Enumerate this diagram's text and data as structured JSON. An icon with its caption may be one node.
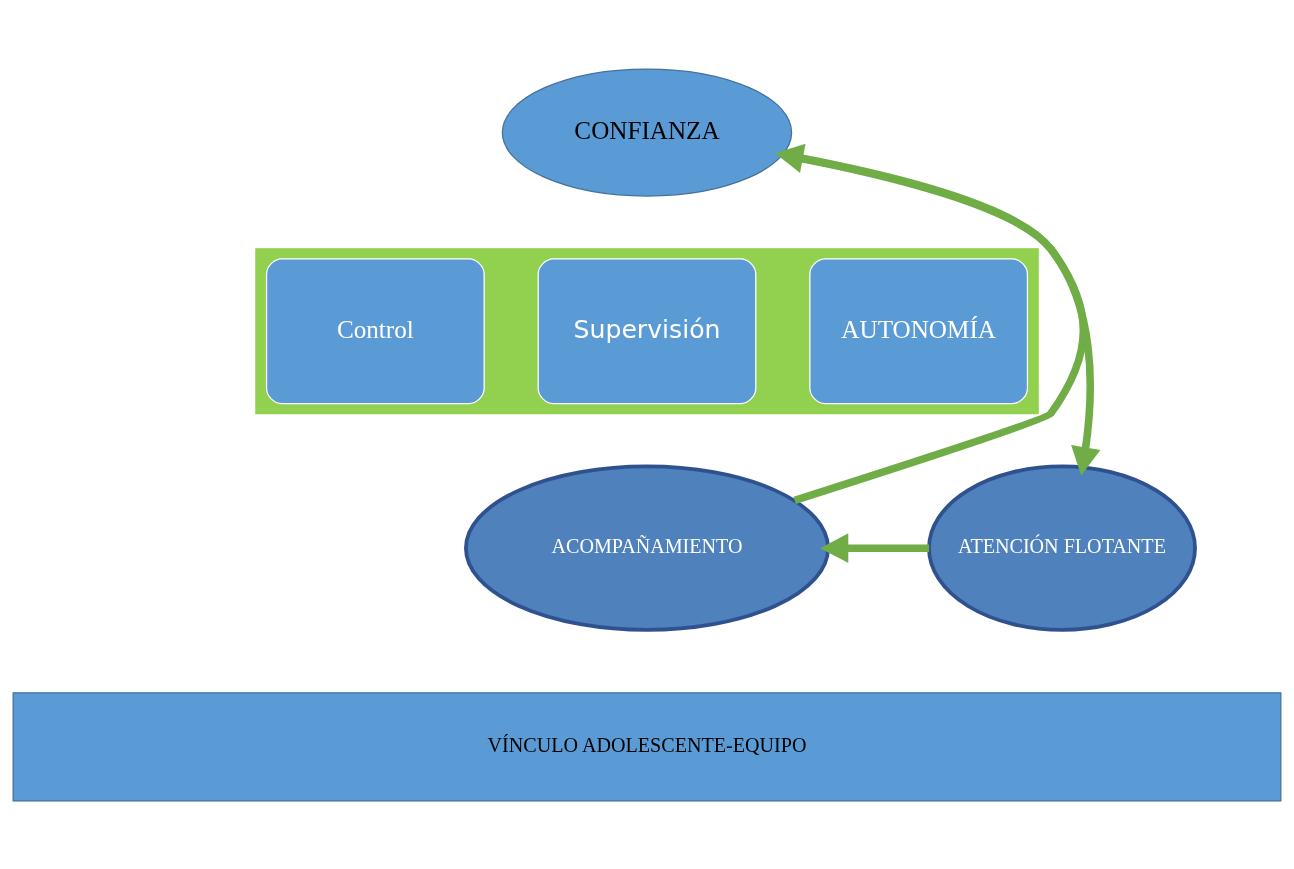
{
  "diagram": {
    "nodes": [
      {
        "text": [
          "CONFIANZA"
        ]
      },
      {
        "text": [],
        "shape": "arrow"
      },
      {
        "text": [
          "Control"
        ],
        "in": 1
      },
      {
        "text": [
          "Supervisión"
        ],
        "in": 1
      },
      {
        "text": [
          "AUTONOMÍA"
        ],
        "in": 1
      },
      {
        "text": [
          "ACOMPAÑAMIENTO"
        ]
      },
      {
        "text": [
          "ATENCIÓN FLOTANTE"
        ]
      },
      {
        "text": [
          "VÍNCULO ADOLESCENTE-EQUIPO"
        ]
      }
    ],
    "edges": [
      {
        "from": 5,
        "to": 0,
        "arrow": "to"
      },
      {
        "from": 0,
        "to": 6,
        "arrow": "to"
      },
      {
        "from": 6,
        "to": 5,
        "arrow": "to"
      }
    ]
  }
}
